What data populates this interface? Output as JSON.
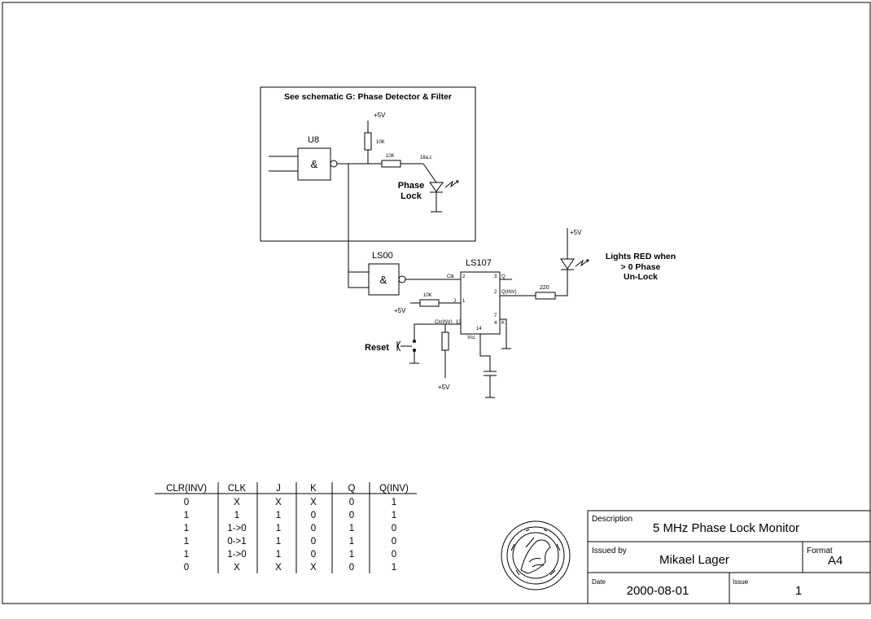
{
  "subsheet": {
    "title": "See schematic G: Phase Detector & Filter",
    "u8_label": "U8",
    "u8_symbol": "&",
    "vcc_top": "+5V",
    "r_pullup": "10K",
    "r_series": "10K",
    "led_pin_label": "16a,c",
    "led_label_line1": "Phase",
    "led_label_line2": "Lock"
  },
  "main": {
    "ls00_label": "LS00",
    "ls00_symbol": "&",
    "ls107_label": "LS107",
    "pin_2_clk": "2",
    "pin_clk_label": "Clk",
    "pin_3_q": "3",
    "pin_q_label": "Q",
    "pin_2_qinv": "2",
    "pin_qinv_label": "Q(INV)",
    "pin_1_j": "1",
    "pin_j_label": "J",
    "pin_13_clr": "13",
    "pin_clr_label": "Clr(INV)",
    "pin_7": "7",
    "pin_14": "14",
    "pin_4_k": "4",
    "pin_k_label": "K",
    "vcc_pin_label": "Vcc",
    "r_j": "10K",
    "vcc_j": "+5V",
    "vcc_led": "+5V",
    "r_led": "220",
    "vcc_bottom": "+5V",
    "reset_label": "Reset",
    "led_note_line1": "Lights RED when",
    "led_note_line2": "> 0 Phase",
    "led_note_line3": "Un-Lock"
  },
  "truth_table": {
    "headers": [
      "CLR(INV)",
      "CLK",
      "J",
      "K",
      "Q",
      "Q(INV)"
    ],
    "rows": [
      [
        "0",
        "X",
        "X",
        "X",
        "0",
        "1"
      ],
      [
        "1",
        "1",
        "1",
        "0",
        "0",
        "1"
      ],
      [
        "1",
        "1->0",
        "1",
        "0",
        "1",
        "0"
      ],
      [
        "1",
        "0->1",
        "1",
        "0",
        "1",
        "0"
      ],
      [
        "1",
        "1->0",
        "1",
        "0",
        "1",
        "0"
      ],
      [
        "0",
        "X",
        "X",
        "X",
        "0",
        "1"
      ]
    ]
  },
  "title_block": {
    "description_label": "Description",
    "description": "5 MHz Phase Lock Monitor",
    "issued_by_label": "Issued by",
    "issued_by": "Mikael Lager",
    "format_label": "Format",
    "format": "A4",
    "date_label": "Date",
    "date": "2000-08-01",
    "issue_label": "Issue",
    "issue": "1"
  },
  "seal": {
    "icon": "seal-emblem-icon"
  }
}
